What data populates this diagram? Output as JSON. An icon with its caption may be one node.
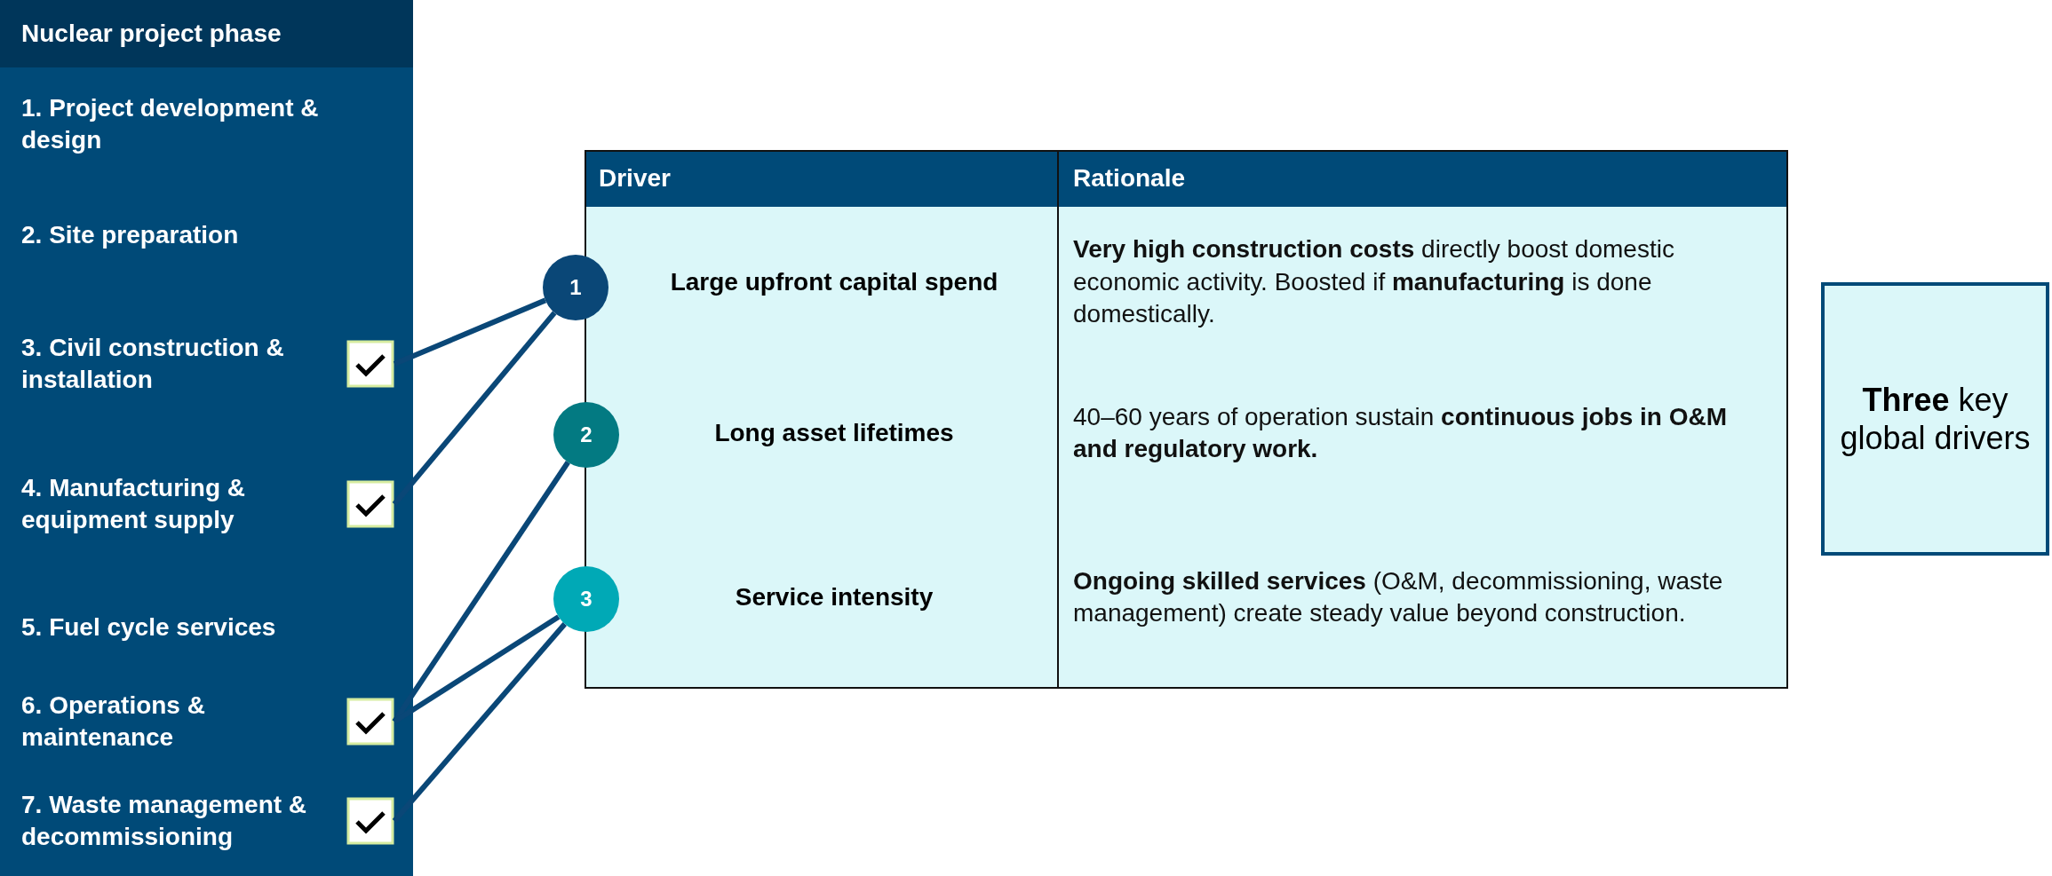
{
  "diagram": {
    "nodes": [
      {
        "text": [
          "Nuclear project phase"
        ]
      },
      {
        "text": [
          "1. Project development & design"
        ],
        "in": 0
      },
      {
        "text": [
          "2. Site preparation"
        ],
        "in": 0
      },
      {
        "text": [
          "3. Civil construction & installation"
        ],
        "in": 0
      },
      {
        "text": [
          "4. Manufacturing & equipment supply"
        ],
        "in": 0
      },
      {
        "text": [
          "5. Fuel cycle services"
        ],
        "in": 0
      },
      {
        "text": [
          "6. Operations & maintenance"
        ],
        "in": 0
      },
      {
        "text": [
          "7. Waste management & decommissioning"
        ],
        "in": 0
      },
      {
        "text": [
          "1"
        ]
      },
      {
        "text": [
          "2"
        ]
      },
      {
        "text": [
          "3"
        ]
      },
      {
        "text": [
          "**Three** key global drivers"
        ]
      }
    ],
    "edges": [
      {
        "from": 3,
        "to": 8,
        "arrow": "none"
      },
      {
        "from": 4,
        "to": 8,
        "arrow": "none"
      },
      {
        "from": 6,
        "to": 9,
        "arrow": "none"
      },
      {
        "from": 6,
        "to": 10,
        "arrow": "none"
      },
      {
        "from": 7,
        "to": 10,
        "arrow": "none"
      }
    ],
    "labels": [
      "Driver",
      "Rationale",
      "Large upfront capital spend",
      "**Very high construction costs** directly boost domestic economic activity. Boosted if **manufacturing** is done domestically.",
      "Long asset lifetimes",
      "40–60 years of operation sustain **continuous jobs in O&M and regulatory work.**",
      "Service intensity",
      "**Ongoing skilled services** (O&M, decommissioning, waste management) create steady value beyond construction."
    ]
  }
}
